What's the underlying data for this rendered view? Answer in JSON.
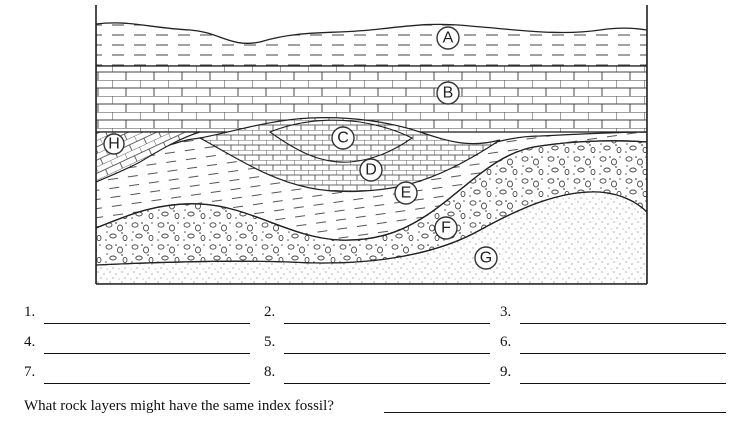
{
  "diagram": {
    "layers": [
      {
        "letter": "A",
        "pattern": "shale"
      },
      {
        "letter": "B",
        "pattern": "limestone"
      },
      {
        "letter": "C",
        "pattern": "brick-fold"
      },
      {
        "letter": "D",
        "pattern": "brick-fold"
      },
      {
        "letter": "E",
        "pattern": "shale-fold"
      },
      {
        "letter": "F",
        "pattern": "conglomerate"
      },
      {
        "letter": "G",
        "pattern": "sandstone"
      },
      {
        "letter": "H",
        "pattern": "brick-tilted"
      }
    ]
  },
  "worksheet": {
    "blanks": [
      {
        "number": "1."
      },
      {
        "number": "2."
      },
      {
        "number": "3."
      },
      {
        "number": "4."
      },
      {
        "number": "5."
      },
      {
        "number": "6."
      },
      {
        "number": "7."
      },
      {
        "number": "8."
      },
      {
        "number": "9."
      }
    ],
    "question": "What rock layers might have the same index fossil?"
  }
}
